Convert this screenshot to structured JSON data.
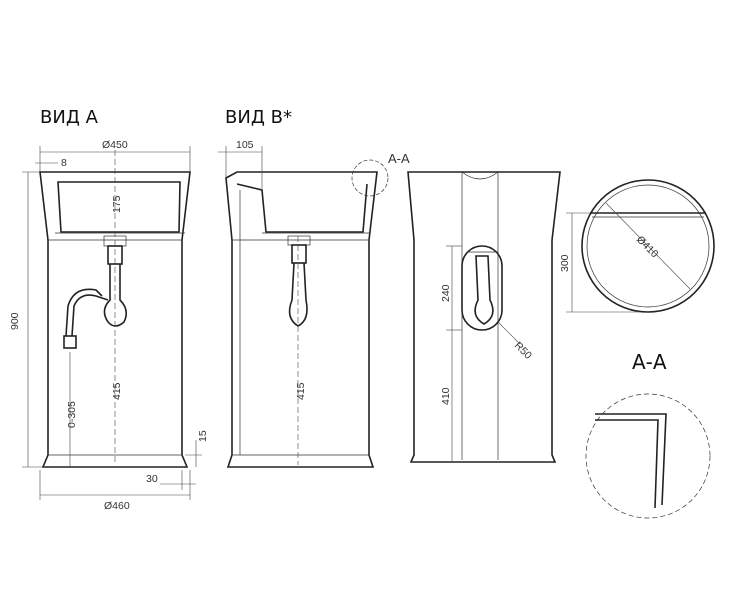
{
  "views": {
    "view_a": "ВИД А",
    "view_b": "ВИД В*",
    "section_mark": "А-А",
    "section_title": "А-А"
  },
  "dimensions": {
    "a_top_width": "Ø450",
    "a_rim": "8",
    "a_bowl_depth": "175",
    "a_height": "900",
    "a_drain_height": "415",
    "a_wall_range": "0-305",
    "a_base_step": "15",
    "a_base_offset": "30",
    "a_bottom_width": "Ø460",
    "b_offset": "105",
    "b_drain_height": "415",
    "c_opening_height": "240",
    "c_opening_radius": "R50",
    "c_opening_elevation": "410",
    "d_diameter": "Ø410",
    "d_depth": "300"
  }
}
